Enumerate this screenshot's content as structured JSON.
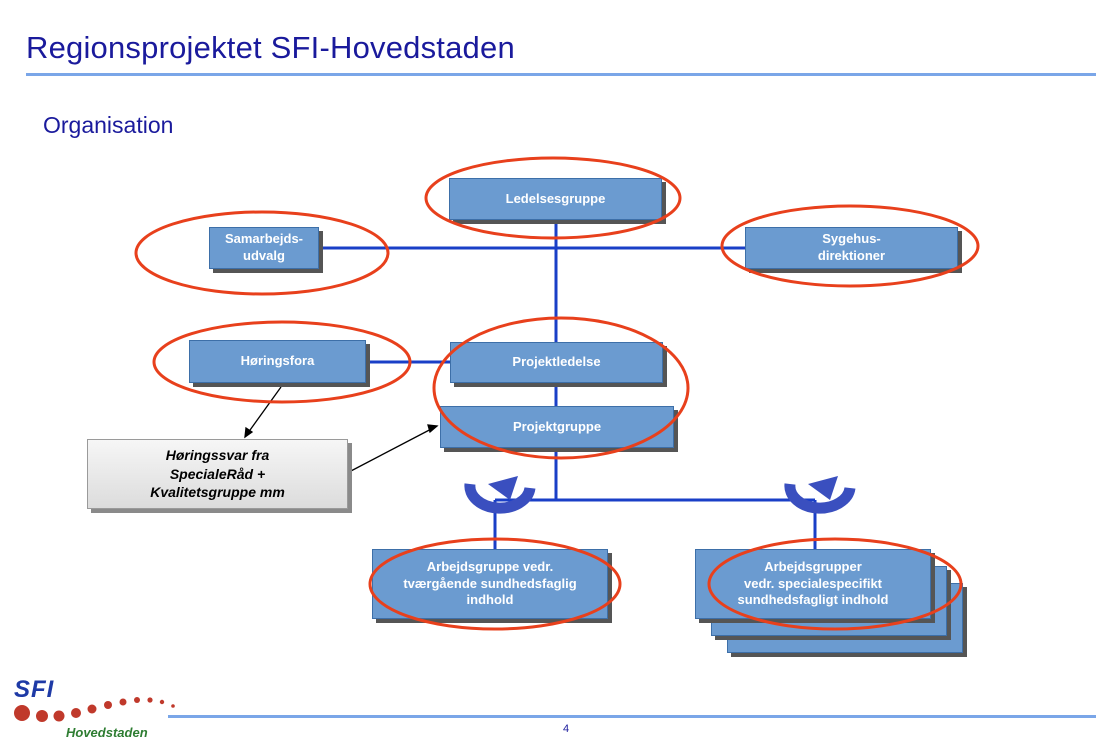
{
  "page": {
    "title": "Regionsprojektet SFI-Hovedstaden",
    "subtitle": "Organisation",
    "page_number": "4"
  },
  "nodes": {
    "ledelsesgruppe": "Ledelsesgruppe",
    "samarbejdsudvalg": [
      "Samarbejds-",
      "udvalg"
    ],
    "sygehusdirektioner": [
      "Sygehus-",
      "direktioner"
    ],
    "hoeringsfora": "Høringsfora",
    "projektledelse": "Projektledelse",
    "projektgruppe": "Projektgruppe",
    "arbejdsgruppe_tvaergaaende": [
      "Arbejdsgruppe vedr.",
      "tværgående sundhedsfaglig",
      "indhold"
    ],
    "arbejdsgrupper_speciale": [
      "Arbejdsgrupper",
      "vedr. specialespecifikt",
      "sundhedsfagligt indhold"
    ]
  },
  "note": {
    "lines": [
      "Høringssvar fra",
      "SpecialeRåd +",
      "Kvalitetsgruppe mm"
    ]
  },
  "logo": {
    "text": "SFI",
    "subtext": "Hovedstaden"
  },
  "colors": {
    "title": "#1a1a9c",
    "box_fill": "#6b9bd0",
    "connector": "#1a3fc7",
    "highlight_ellipse": "#e8401c",
    "rule": "#7aa6e8"
  }
}
